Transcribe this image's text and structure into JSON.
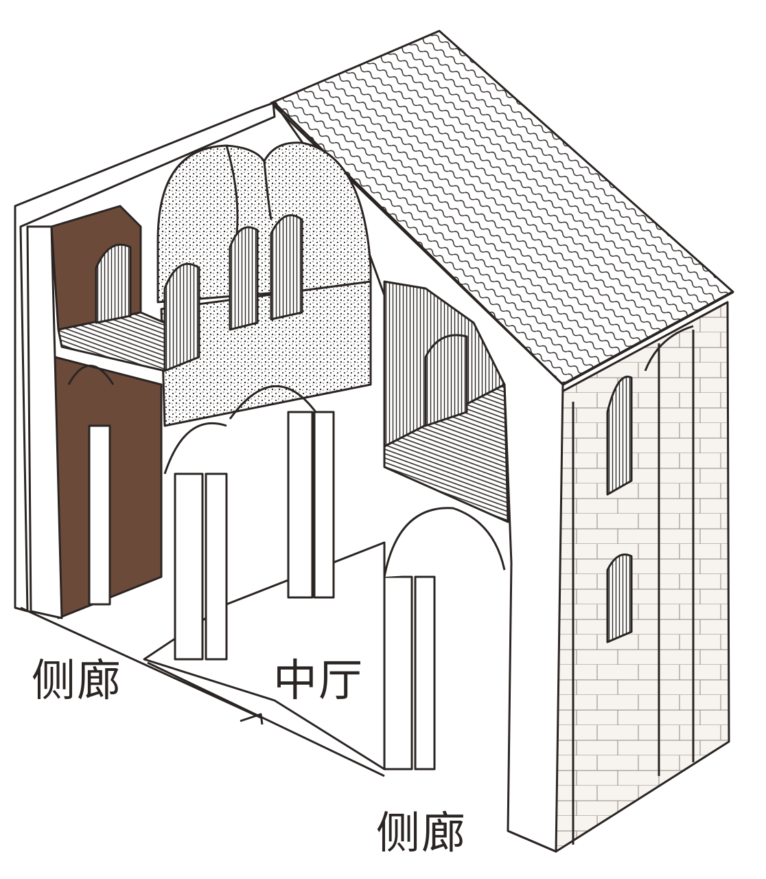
{
  "labels": {
    "aisle_left": "侧廊",
    "nave": "中厅",
    "aisle_right": "侧廊"
  },
  "colors": {
    "ink": "#2a2523",
    "interior_brown": "#6b4a3a",
    "stone_light": "#f7f3ee",
    "background": "#ffffff"
  }
}
